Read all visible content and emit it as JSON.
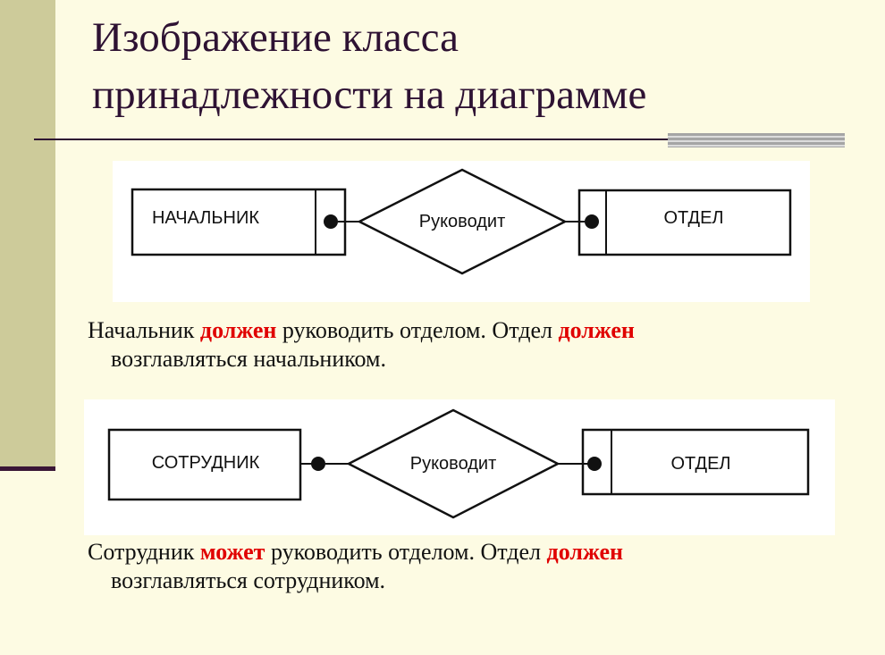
{
  "title": {
    "line1": "Изображение класса",
    "line2": "принадлежности на диаграмме"
  },
  "diagram1": {
    "entity_left": "НАЧАЛЬНИК",
    "relationship": "Руководит",
    "entity_right": "ОТДЕЛ"
  },
  "caption1": {
    "p1": "Начальник ",
    "kw1": "должен",
    "p2": " руководить отделом. Отдел ",
    "kw2": "должен",
    "line2": "возглавляться начальником."
  },
  "diagram2": {
    "entity_left": "СОТРУДНИК",
    "relationship": "Руководит",
    "entity_right": "ОТДЕЛ"
  },
  "caption2": {
    "p1": "Сотрудник ",
    "kw1": "может",
    "p2": " руководить отделом. Отдел ",
    "kw2": "должен",
    "line2": "возглавляться сотрудником."
  },
  "colors": {
    "background": "#fdfbe3",
    "title": "#2e1233",
    "keyword": "#e00000",
    "sidebar": "#cdcb9a"
  }
}
